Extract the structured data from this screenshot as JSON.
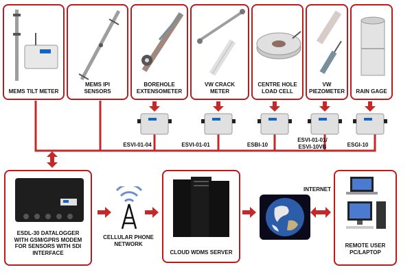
{
  "sensors": [
    {
      "id": "tilt",
      "label": "MEMS TILT METER"
    },
    {
      "id": "ipi",
      "label": "MEMS IPI\nSENSORS"
    },
    {
      "id": "borehole",
      "label": "BOREHOLE\nEXTENSOMETER"
    },
    {
      "id": "crack",
      "label": "VW CRACK\nMETER"
    },
    {
      "id": "loadcell",
      "label": "CENTRE HOLE\nLOAD CELL"
    },
    {
      "id": "piezo",
      "label": "VW\nPIEZOMETER"
    },
    {
      "id": "raingage",
      "label": "RAIN GAGE"
    }
  ],
  "interfaces": [
    {
      "id": "esvi-01-04",
      "label": "ESVI-01-04"
    },
    {
      "id": "esvi-01-01",
      "label": "ESVI-01-01"
    },
    {
      "id": "esbi-10",
      "label": "ESBI-10"
    },
    {
      "id": "esvi-10vb",
      "label": "ESVI-01-01/\nESVI-10VB"
    },
    {
      "id": "esgi-10",
      "label": "ESGI-10"
    }
  ],
  "datalogger": {
    "label": "ESDL-30 DATALOGGER\nWITH GSM/GPRS MODEM\nFOR SENSORS WITH SDI\nINTERFACE"
  },
  "network": {
    "label": "CELLULAR PHONE\nNETWORK"
  },
  "server": {
    "label": "CLOUD WDMS SERVER"
  },
  "internet": {
    "label": "INTERNET"
  },
  "remote": {
    "label": "REMOTE USER\nPC/LAPTOP"
  },
  "colors": {
    "frame": "#b71c1c",
    "arrow": "#c62828",
    "device": "#e0e0e0",
    "device_dark": "#222222"
  }
}
